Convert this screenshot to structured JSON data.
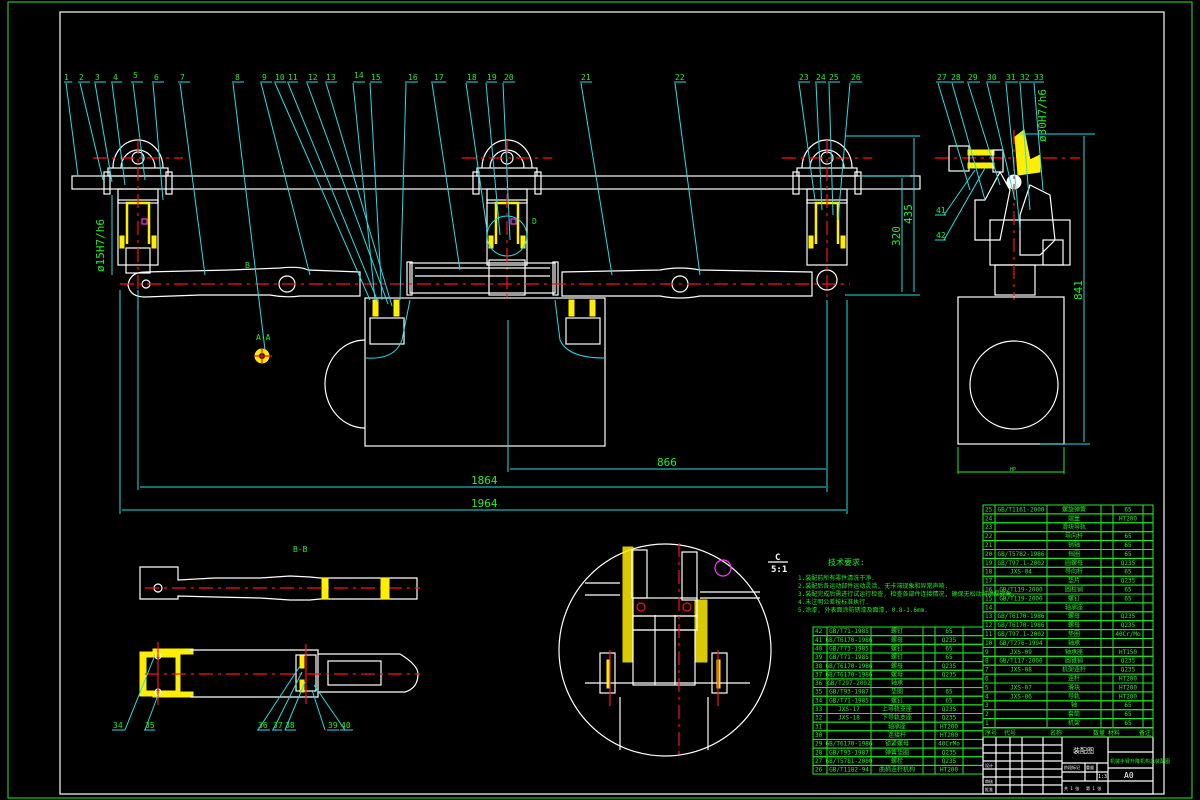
{
  "drawing": {
    "balloon_labels_top": [
      "1",
      "2",
      "3",
      "4",
      "5",
      "6",
      "7",
      "8",
      "9",
      "10",
      "11",
      "12",
      "13",
      "14",
      "15",
      "16",
      "17",
      "18",
      "19",
      "20",
      "21",
      "22",
      "23",
      "24",
      "25",
      "26"
    ],
    "balloon_labels_side": [
      "27",
      "28",
      "29",
      "30",
      "31",
      "32",
      "33"
    ],
    "side_callouts": [
      "41",
      "42"
    ],
    "section_view_labels": [
      "34",
      "35",
      "36",
      "37",
      "38",
      "39",
      "40"
    ],
    "fits": {
      "left_fit": "ø15H7/h6",
      "side_fit": "ø30H7/h6"
    },
    "dimensions": {
      "d866": "866",
      "d1864": "1864",
      "d1964": "1964",
      "d320": "320",
      "d435": "435",
      "d841": "841",
      "d_side_width": "HP"
    },
    "view_labels": {
      "section_bb": "B-B",
      "section_aa": "A-A",
      "marker_b": "B",
      "marker_d": "D",
      "detail_c": "C",
      "detail_scale": "5:1"
    },
    "tech_requirements": {
      "title": "技术要求:",
      "lines": [
        "1.装配前所有零件清洗干净.",
        "2.装配后各运动部件运动灵活, 无卡滞现象和异常声响.",
        "3.装配完成后需进行试运行检查, 检查各部件连接情况, 确保无松动和泄漏现象.",
        "4.未注明公差按标准执行.",
        "5.涂漆, 外表面涂防锈漆及面漆, 0.8-1.6mm."
      ]
    }
  },
  "bom_right": {
    "rows": [
      {
        "no": "25",
        "code": "GB/T1161-2000",
        "name": "螺旋弹簧",
        "material": "65"
      },
      {
        "no": "24",
        "code": "",
        "name": "端盖",
        "material": "HT200"
      },
      {
        "no": "23",
        "code": "",
        "name": "滑块导轨",
        "material": ""
      },
      {
        "no": "22",
        "code": "",
        "name": "导向杆",
        "material": "65"
      },
      {
        "no": "21",
        "code": "",
        "name": "销轴",
        "material": "65"
      },
      {
        "no": "20",
        "code": "GB/T5782-1986",
        "name": "挡圈",
        "material": "65"
      },
      {
        "no": "19",
        "code": "GB/T97.1-2002",
        "name": "圆螺母",
        "material": "Q235"
      },
      {
        "no": "18",
        "code": "JXS-04",
        "name": "导向杆",
        "material": "65"
      },
      {
        "no": "17",
        "code": "",
        "name": "垫片",
        "material": "Q235"
      },
      {
        "no": "16",
        "code": "GB/T119-2000",
        "name": "圆柱销",
        "material": "65"
      },
      {
        "no": "15",
        "code": "GB/T119-2000",
        "name": "螺钉",
        "material": "65"
      },
      {
        "no": "14",
        "code": "",
        "name": "轴承座",
        "material": ""
      },
      {
        "no": "13",
        "code": "GB/T6170-1986",
        "name": "螺母",
        "material": "Q235"
      },
      {
        "no": "12",
        "code": "GB/T6170-1986",
        "name": "螺母",
        "material": "Q235"
      },
      {
        "no": "11",
        "code": "GB/T97.1-2002",
        "name": "垫圈",
        "material": "40Cr/Mo"
      },
      {
        "no": "10",
        "code": "GB/T276-1994",
        "name": "轴承",
        "material": ""
      },
      {
        "no": "9",
        "code": "JXS-09",
        "name": "轴承座",
        "material": "HT150"
      },
      {
        "no": "8",
        "code": "GB/T117-2000",
        "name": "圆锥销",
        "material": "Q235"
      },
      {
        "no": "7",
        "code": "JXS-08",
        "name": "机架连杆",
        "material": "Q235"
      },
      {
        "no": "6",
        "code": "",
        "name": "连杆",
        "material": "HT200"
      },
      {
        "no": "5",
        "code": "JXS-07",
        "name": "滑块",
        "material": "HT200"
      },
      {
        "no": "4",
        "code": "JXS-06",
        "name": "导轨",
        "material": "HT200"
      },
      {
        "no": "3",
        "code": "",
        "name": "轴",
        "material": "65"
      },
      {
        "no": "2",
        "code": "",
        "name": "套筒",
        "material": "65"
      },
      {
        "no": "1",
        "code": "",
        "name": "机架",
        "material": "65"
      }
    ],
    "header": {
      "no": "序号",
      "code": "代号",
      "name": "名称",
      "qty": "数量",
      "material": "材料",
      "note": "备注"
    }
  },
  "bom_left": {
    "rows": [
      {
        "no": "42",
        "code": "GB/T71-1985",
        "name": "螺钉",
        "material": "65"
      },
      {
        "no": "41",
        "code": "GB/T6170-1986",
        "name": "螺母",
        "material": "Q235"
      },
      {
        "no": "40",
        "code": "GB/T73-1985",
        "name": "螺钉",
        "material": "65"
      },
      {
        "no": "39",
        "code": "GB/T71-1985",
        "name": "螺钉",
        "material": "65"
      },
      {
        "no": "38",
        "code": "GB/T6170-1986",
        "name": "螺母",
        "material": "Q235"
      },
      {
        "no": "37",
        "code": "GB/T6170-1986",
        "name": "螺母",
        "material": "Q235"
      },
      {
        "no": "36",
        "code": "GB/T297-2002",
        "name": "轴承",
        "material": ""
      },
      {
        "no": "35",
        "code": "GB/T93-1987",
        "name": "垫圈",
        "material": "65"
      },
      {
        "no": "34",
        "code": "GB/T71-1985",
        "name": "螺钉",
        "material": "65"
      },
      {
        "no": "33",
        "code": "JXS-17",
        "name": "上导轨支座",
        "material": "Q235"
      },
      {
        "no": "32",
        "code": "JXS-18",
        "name": "下导轨支座",
        "material": "Q235"
      },
      {
        "no": "31",
        "code": "",
        "name": "轴承座",
        "material": "HT200"
      },
      {
        "no": "30",
        "code": "",
        "name": "连接杆",
        "material": "HT200"
      },
      {
        "no": "29",
        "code": "GB/T6170-1986",
        "name": "锁紧螺母",
        "material": "40CrMo"
      },
      {
        "no": "28",
        "code": "GB/T93-1987",
        "name": "弹簧垫圈",
        "material": "Q235"
      },
      {
        "no": "27",
        "code": "GB/T5781-2000",
        "name": "螺栓",
        "material": "Q235"
      },
      {
        "no": "26",
        "code": "GB/T1182-94",
        "name": "曲柄连杆机构",
        "material": "HT200"
      }
    ]
  },
  "title_block": {
    "drawing_title": "装配图",
    "project_name": "机械手臂升降机构总装配图",
    "sheet_size": "A0",
    "scale": "1:3",
    "labels": {
      "stage_mark": "阶段标记",
      "weight": "重量",
      "scale_label": "比例",
      "sheet_count": "共 1 张",
      "sheet_no": "第 1 张",
      "designer": "设计",
      "checker": "审核",
      "process": "工艺",
      "approve": "批准",
      "standardize": "标准化",
      "date": "日期",
      "signature": "签名",
      "update_doc": "更改文件号",
      "mark": "标记",
      "count": "处数",
      "zone": "分区"
    }
  },
  "colors": {
    "background": "#000000",
    "outline": "#ffffff",
    "leader": "#22e0e6",
    "centerline": "#ff1010",
    "text": "#22ee22",
    "hatch": "#ffee00",
    "highlight": "#ff33ff"
  }
}
